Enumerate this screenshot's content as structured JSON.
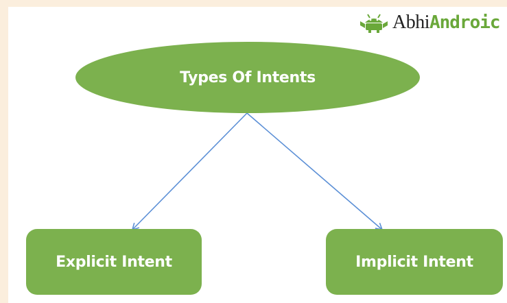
{
  "logo": {
    "icon": "android-robot-icon",
    "text_part1": "Abhi",
    "text_part2": "Androic"
  },
  "diagram": {
    "root": {
      "label": "Types Of Intents"
    },
    "children": [
      {
        "label": "Explicit Intent"
      },
      {
        "label": "Implicit Intent"
      }
    ],
    "colors": {
      "node_fill": "#7cb14e",
      "node_text": "#ffffff",
      "connector": "#5b8fd6",
      "background": "#fbeedd"
    }
  }
}
